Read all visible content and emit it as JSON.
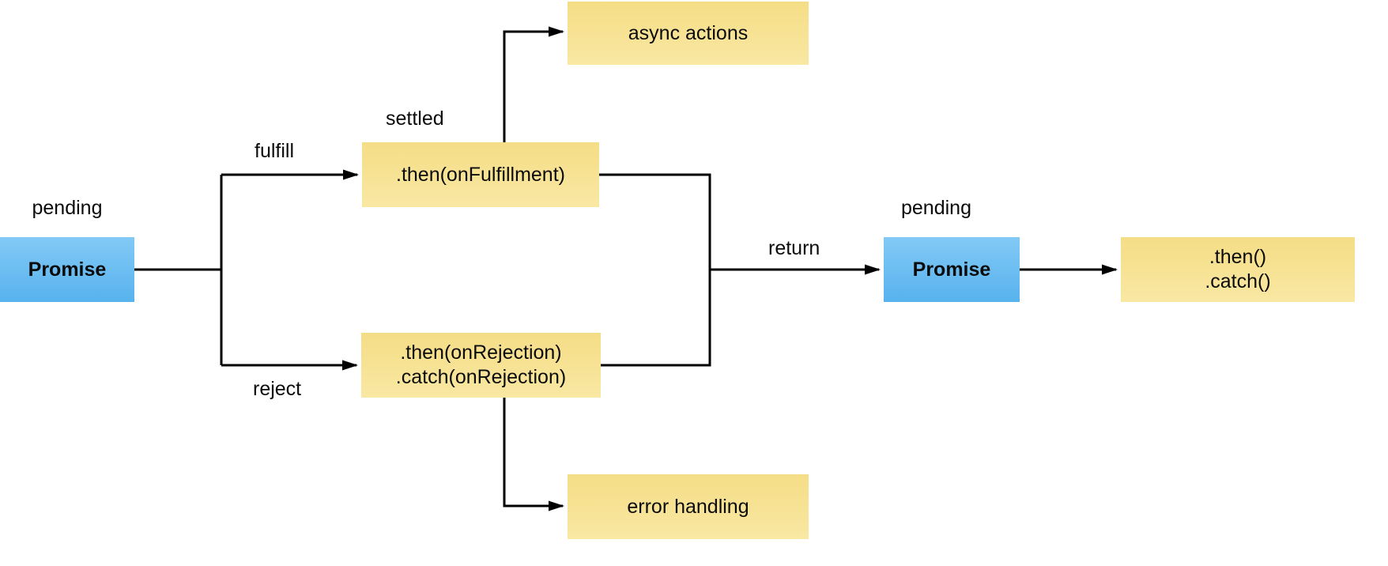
{
  "diagram": {
    "background": "#ffffff",
    "colors": {
      "yellow_node_top": "#f5dd86",
      "yellow_node_bottom": "#f9e8a3",
      "blue_node_top": "#82c9f5",
      "blue_node_bottom": "#57b2ee",
      "connector": "#000000",
      "text": "#0b0b0b"
    },
    "nodes": {
      "promise_initial": {
        "label": "Promise",
        "state": "pending"
      },
      "fulfillment_handler": {
        "label": ".then(onFulfillment)",
        "state": "settled"
      },
      "rejection_handler": {
        "line1": ".then(onRejection)",
        "line2": ".catch(onRejection)"
      },
      "async_actions": {
        "label": "async actions"
      },
      "error_handling": {
        "label": "error handling"
      },
      "promise_returned": {
        "label": "Promise",
        "state": "pending"
      },
      "then_catch": {
        "line1": ".then()",
        "line2": ".catch()"
      }
    },
    "edge_labels": {
      "fulfill": "fulfill",
      "reject": "reject",
      "return": "return"
    }
  }
}
